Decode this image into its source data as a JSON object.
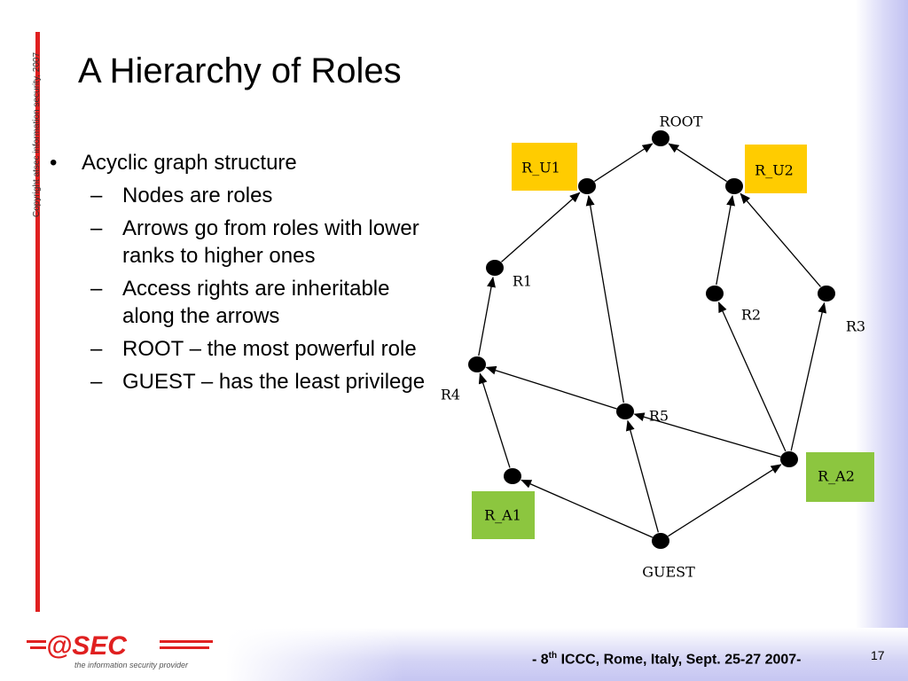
{
  "slide": {
    "title": "A Hierarchy of Roles",
    "copyright": "Copyright atsec information security, 2007",
    "bullets": [
      {
        "level": 1,
        "mark": "•",
        "text": "Acyclic graph structure"
      },
      {
        "level": 2,
        "mark": "–",
        "text": "Nodes are roles"
      },
      {
        "level": 2,
        "mark": "–",
        "text": "Arrows go from roles with lower ranks to higher ones"
      },
      {
        "level": 2,
        "mark": "–",
        "text": "Access rights are inheritable along the arrows"
      },
      {
        "level": 2,
        "mark": "–",
        "text": "ROOT – the most powerful role"
      },
      {
        "level": 2,
        "mark": "–",
        "text": "GUEST – has the least privilege"
      }
    ],
    "footer": {
      "prefix": "- 8",
      "sup": "th",
      "suffix": " ICCC, Rome, Italy, Sept. 25-27 2007-"
    },
    "page_number": "17",
    "logo": {
      "text": "=@SEC=",
      "tagline": "the information security provider"
    }
  },
  "diagram": {
    "colors": {
      "yellow": "#ffcc00",
      "green": "#8cc63f",
      "node": "#000000",
      "accent_red": "#e02020"
    },
    "nodes": [
      {
        "id": "ROOT",
        "label": "ROOT"
      },
      {
        "id": "R_U1",
        "label": "R_U1",
        "box": "yellow"
      },
      {
        "id": "R_U2",
        "label": "R_U2",
        "box": "yellow"
      },
      {
        "id": "R1",
        "label": "R1"
      },
      {
        "id": "R2",
        "label": "R2"
      },
      {
        "id": "R3",
        "label": "R3"
      },
      {
        "id": "R4",
        "label": "R4"
      },
      {
        "id": "R5",
        "label": "R5"
      },
      {
        "id": "R_A1",
        "label": "R_A1",
        "box": "green"
      },
      {
        "id": "R_A2",
        "label": "R_A2",
        "box": "green"
      },
      {
        "id": "GUEST",
        "label": "GUEST"
      }
    ],
    "edges": [
      {
        "from": "R_U1",
        "to": "ROOT"
      },
      {
        "from": "R_U2",
        "to": "ROOT"
      },
      {
        "from": "R1",
        "to": "R_U1"
      },
      {
        "from": "R5",
        "to": "R_U1"
      },
      {
        "from": "R2",
        "to": "R_U2"
      },
      {
        "from": "R3",
        "to": "R_U2"
      },
      {
        "from": "R4",
        "to": "R1"
      },
      {
        "from": "R5",
        "to": "R4"
      },
      {
        "from": "R_A1",
        "to": "R4"
      },
      {
        "from": "R_A2",
        "to": "R2"
      },
      {
        "from": "R_A2",
        "to": "R3"
      },
      {
        "from": "R_A2",
        "to": "R5"
      },
      {
        "from": "GUEST",
        "to": "R_A1"
      },
      {
        "from": "GUEST",
        "to": "R5"
      },
      {
        "from": "GUEST",
        "to": "R_A2"
      }
    ]
  }
}
